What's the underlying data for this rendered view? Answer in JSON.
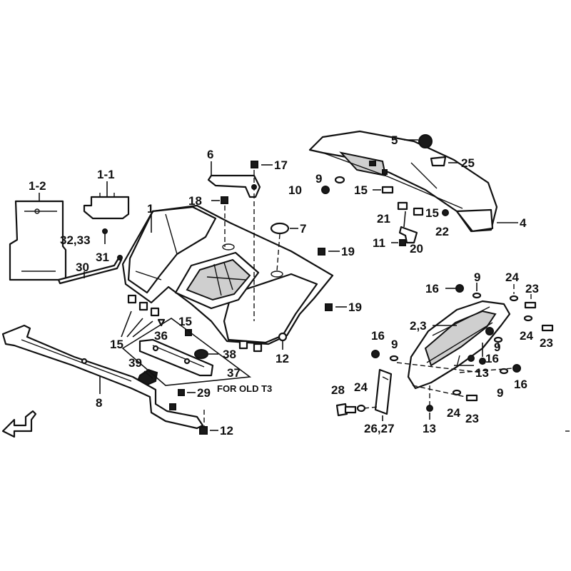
{
  "labels": {
    "l_1_2": "1-2",
    "l_1_1": "1-1",
    "l_1": "1",
    "l_6": "6",
    "l_17": "17",
    "l_18": "18",
    "l_7": "7",
    "l_19a": "19",
    "l_19b": "19",
    "l_32_33": "32,33",
    "l_31": "31",
    "l_30": "30",
    "l_15a": "15",
    "l_36": "36",
    "l_15b": "15",
    "l_12a": "12",
    "l_38": "38",
    "l_39": "39",
    "l_37": "37",
    "l_29": "29",
    "l_8": "8",
    "l_12b": "12",
    "l_5": "5",
    "l_25": "25",
    "l_9a": "9",
    "l_10": "10",
    "l_15c": "15",
    "l_4": "4",
    "l_21": "21",
    "l_15d": "15",
    "l_22": "22",
    "l_11": "11",
    "l_20": "20",
    "l_9b": "9",
    "l_24a": "24",
    "l_16a": "16",
    "l_23a": "23",
    "l_2_3": "2,3",
    "l_16b": "16",
    "l_9c": "9",
    "l_24b": "24",
    "l_23b": "23",
    "l_9d": "9",
    "l_16c": "16",
    "l_13a": "13",
    "l_9e": "9",
    "l_16d": "16",
    "l_28": "28",
    "l_24c": "24",
    "l_24d": "24",
    "l_23c": "23",
    "l_26_27": "26,27",
    "l_13b": "13"
  },
  "note": "FOR OLD T3"
}
